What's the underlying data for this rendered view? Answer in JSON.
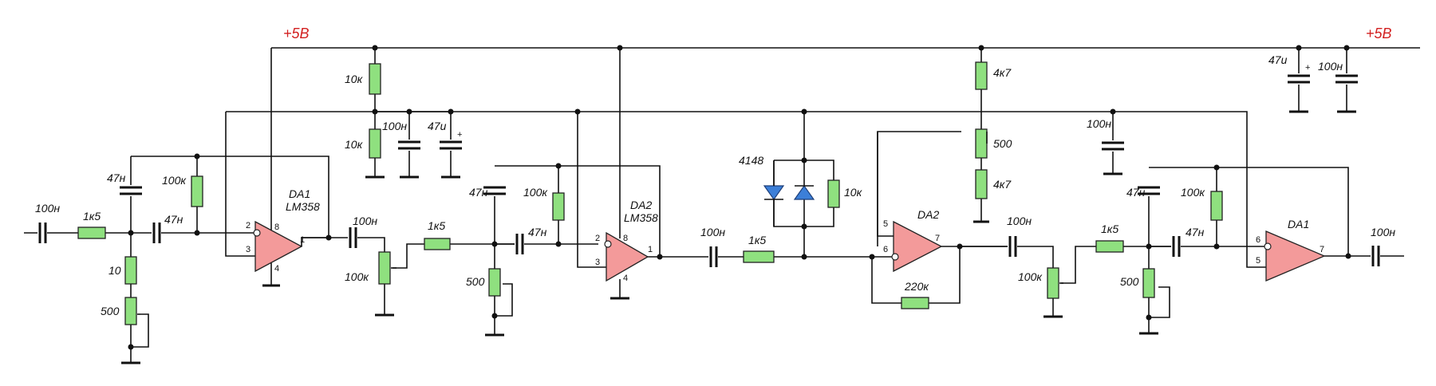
{
  "rails": {
    "left": "+5B",
    "right": "+5B"
  },
  "labels": {
    "c_in": "100н",
    "r_in": "1к5",
    "c47_1": "47н",
    "c47_2": "47н",
    "r100k_1": "100к",
    "r10": "10",
    "r500_1": "500",
    "c100_1": "100н",
    "pot100k_1": "100к",
    "r1k5_2": "1к5",
    "c47_3": "47н",
    "c47_4": "47н",
    "r100k_2": "100к",
    "r500_2": "500",
    "r10k_top": "10к",
    "r10k_bot": "10к",
    "c100_div": "100н",
    "c47u_div": "47u",
    "c100_2": "100н",
    "r1k5_3": "1к5",
    "diode": "4148",
    "r10k_d": "10к",
    "r4k7_top": "4к7",
    "pot500": "500",
    "r4k7_bot": "4к7",
    "r220k": "220к",
    "c100_3": "100н",
    "pot100k_2": "100к",
    "r1k5_4": "1к5",
    "c47_5": "47н",
    "c47_6": "47н",
    "r100k_3": "100к",
    "r500_3": "500",
    "c100_dec": "100н",
    "c47u_sup": "47u",
    "c100_sup": "100н",
    "c100_out": "100н"
  },
  "opamps": [
    {
      "name": "DA1",
      "part": "LM358",
      "pins": {
        "inv": "2",
        "non": "3",
        "out": "1",
        "vcc": "8",
        "gnd": "4"
      }
    },
    {
      "name": "DA2",
      "part": "LM358",
      "pins": {
        "inv": "2",
        "non": "3",
        "out": "1",
        "vcc": "8",
        "gnd": "4"
      }
    },
    {
      "name": "DA2",
      "part": "",
      "pins": {
        "inv": "6",
        "non": "5",
        "out": "7"
      }
    },
    {
      "name": "DA1",
      "part": "",
      "pins": {
        "inv": "6",
        "non": "5",
        "out": "7"
      }
    }
  ],
  "plus_sign": "+"
}
